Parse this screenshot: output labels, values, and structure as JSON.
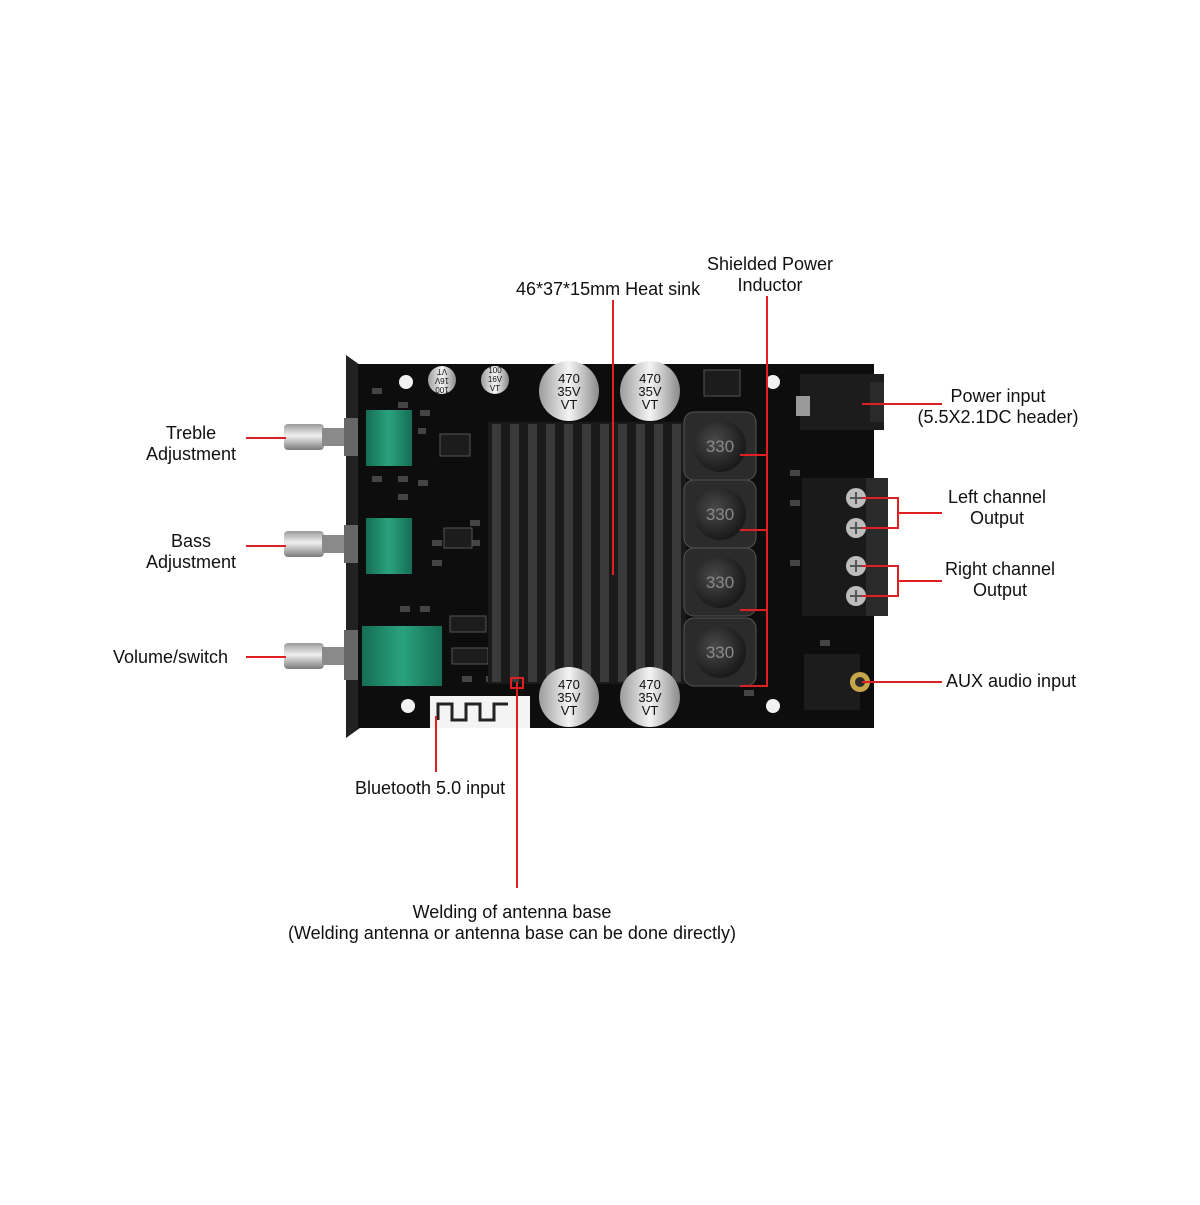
{
  "labels": {
    "heat_sink": "46*37*15mm Heat sink",
    "shielded_line1": "Shielded Power",
    "shielded_line2": "Inductor",
    "power_line1": "Power input",
    "power_line2": "(5.5X2.1DC header)",
    "left_line1": "Left channel",
    "left_line2": "Output",
    "right_line1": "Right channel",
    "right_line2": "Output",
    "aux": "AUX audio input",
    "treble_line1": "Treble",
    "treble_line2": "Adjustment",
    "bass_line1": "Bass",
    "bass_line2": "Adjustment",
    "volume": "Volume/switch",
    "bluetooth": "Bluetooth 5.0 input",
    "welding_line1": "Welding of antenna base",
    "welding_line2": "(Welding antenna or antenna base can be done directly)"
  },
  "board": {
    "capacitor_text": [
      "470",
      "35V",
      "VT"
    ],
    "small_cap_text": [
      "100",
      "16V",
      "VT"
    ],
    "inductor_text": "330"
  },
  "colors": {
    "callout": "#e02020",
    "pcb": "#0d0d0d",
    "potentiometer": "#1f8a6a",
    "heatsink": "#1a1a1a"
  }
}
